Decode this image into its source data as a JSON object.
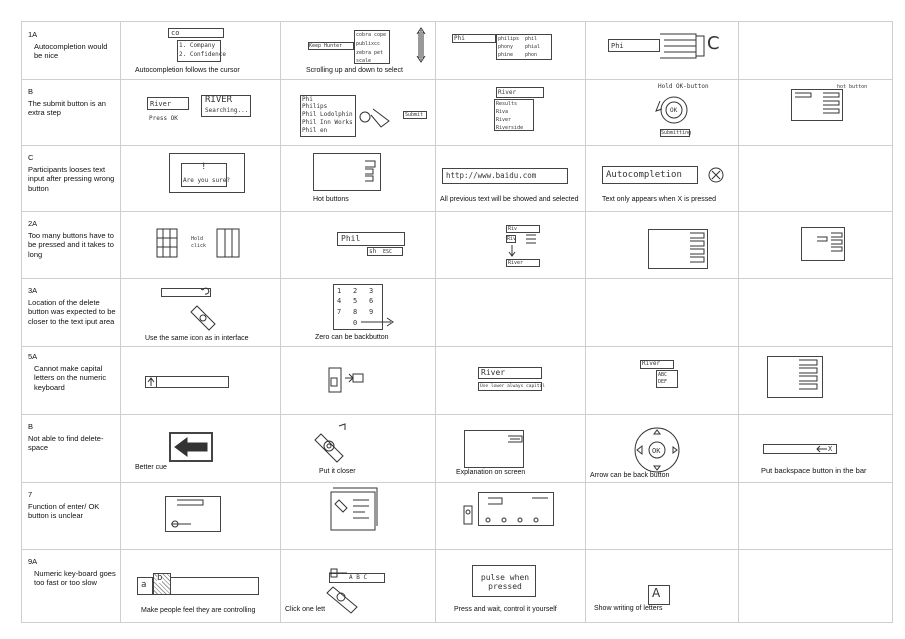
{
  "rows": [
    {
      "id": "1A",
      "text": "Autocompletion would be nice",
      "captions": [
        "Autocompletion follows the cursor",
        "Scrolling up and down to select",
        "",
        "",
        "",
        ""
      ],
      "sketch_text": {
        "c1": [
          "co",
          "1. Company",
          "2. Confidence"
        ],
        "c2": [
          "Keep Hunter",
          "cobra",
          "cope",
          "publix",
          "cc",
          "zebra",
          "pet",
          "scale"
        ],
        "c3": [
          "Phi",
          "philips",
          "phony",
          "phine",
          "phil",
          "phial",
          "phon"
        ],
        "c4": [
          "Phi",
          "C"
        ]
      }
    },
    {
      "id": "B",
      "text": "The submit button is an extra step",
      "captions": [
        "",
        "",
        "",
        "",
        "",
        ""
      ],
      "sketch_text": {
        "c1": [
          "River",
          "RIVER",
          "Searching...",
          "Press OK"
        ],
        "c2": [
          "Phi",
          "Philips",
          "Phil Lodolphin",
          "Phil Inn Works",
          "Phil en",
          "Submit"
        ],
        "c3": [
          "River",
          "Results",
          "Riva",
          "River",
          "Riverside"
        ],
        "c4": [
          "Hold OK-button",
          "OK",
          "Submitting"
        ],
        "c5": [
          "hot button"
        ]
      }
    },
    {
      "id": "C",
      "text": "Participants looses text input after pressing wrong button",
      "captions": [
        "",
        "Hot buttons",
        "All previous text will be showed and selected",
        "Text only appears when X is pressed",
        "",
        ""
      ],
      "sketch_text": {
        "c1": [
          "!",
          "Are you sure?"
        ],
        "c3": [
          "http://www.baidu.com"
        ],
        "c4": [
          "Autocompletion"
        ]
      }
    },
    {
      "id": "2A",
      "text": "Too many buttons have to be pressed and it takes to long",
      "captions": [
        "",
        "",
        "",
        "",
        "",
        ""
      ],
      "sketch_text": {
        "c1": [
          "Hold",
          "click"
        ],
        "c2": [
          "Phil",
          "sh",
          "ESC"
        ],
        "c3": [
          "Riv",
          "Riv",
          "River"
        ]
      }
    },
    {
      "id": "3A",
      "text": "Location of the delete button was expected to be closer to the text iput area",
      "captions": [
        "Use the same icon as in interface",
        "Zero can be backbutton",
        "",
        "",
        "",
        ""
      ],
      "sketch_text": {
        "c2": [
          "1",
          "2",
          "3",
          "4",
          "5",
          "6",
          "7",
          "8",
          "9",
          "0"
        ]
      }
    },
    {
      "id": "5A",
      "text": "Cannot make capital letters on the numeric keyboard",
      "captions": [
        "",
        "",
        "",
        "",
        "",
        ""
      ],
      "sketch_text": {
        "c3": [
          "River",
          "Use lower always capital"
        ],
        "c4": [
          "River",
          "ABC",
          "DEF"
        ]
      }
    },
    {
      "id": "B",
      "text": "Not able to find delete-space",
      "captions": [
        "Better cue",
        "Put it closer",
        "Explanation on screen",
        "Arrow can be back button",
        "Put backspace button in the bar",
        ""
      ],
      "sketch_text": {
        "c4": [
          "OK"
        ],
        "c5": [
          "X"
        ]
      }
    },
    {
      "id": "7",
      "text": "Function of enter/ OK button is unclear",
      "captions": [
        "",
        "",
        "",
        "",
        "",
        ""
      ],
      "sketch_text": {}
    },
    {
      "id": "9A",
      "text": "Numeric key-board goes too fast or too slow",
      "captions": [
        "Make people feel they are controlling",
        "Click one lett",
        "Press and wait, control it yourself",
        "Show writing of letters",
        "",
        ""
      ],
      "sketch_text": {
        "c1": [
          "a",
          "b"
        ],
        "c2": [
          "A B C"
        ],
        "c3": [
          "pulse when pressed"
        ],
        "c4": [
          "A"
        ]
      }
    }
  ]
}
